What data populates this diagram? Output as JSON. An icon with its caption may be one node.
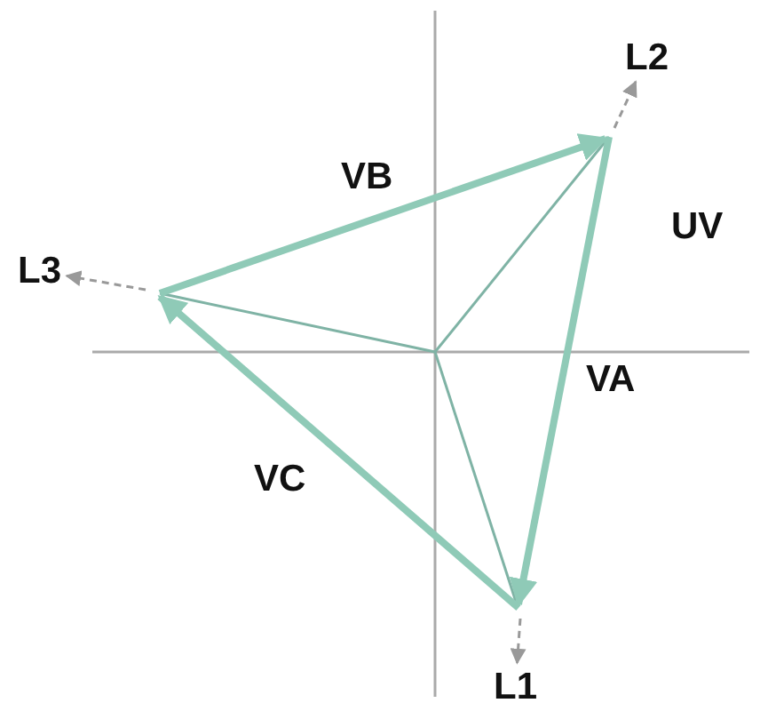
{
  "diagram": {
    "nodes": [
      {
        "text": [
          "L2"
        ]
      },
      {
        "text": [
          "L3"
        ]
      },
      {
        "text": [
          "L1"
        ]
      }
    ],
    "edges": [
      {
        "from": null,
        "to": 0,
        "arrow": "to",
        "style": "dashed"
      },
      {
        "from": null,
        "to": 1,
        "arrow": "to",
        "style": "dashed"
      },
      {
        "from": null,
        "to": 2,
        "arrow": "to",
        "style": "dashed"
      }
    ],
    "labels": [
      "VB",
      "UV",
      "VA",
      "VC"
    ]
  }
}
